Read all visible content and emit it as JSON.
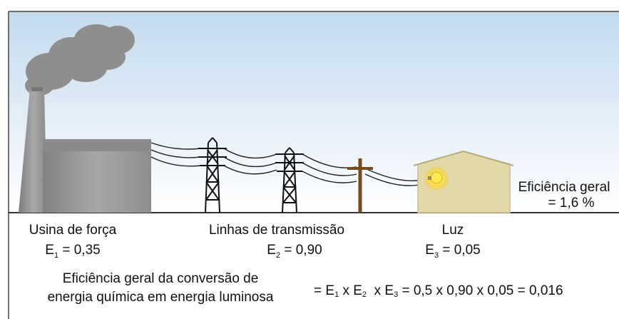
{
  "labels": {
    "plant": {
      "name": "Usina de força",
      "symbol": "E",
      "sub": "1",
      "value": "= 0,35"
    },
    "lines": {
      "name": "Linhas de transmissão",
      "symbol": "E",
      "sub": "2",
      "value": "= 0,90"
    },
    "light": {
      "name": "Luz",
      "symbol": "E",
      "sub": "3",
      "value": "= 0,05"
    },
    "overall_line1": "Eficiência geral",
    "overall_line2": "= 1,6 %"
  },
  "formula": {
    "caption_line1": "Eficiência geral da conversão de",
    "caption_line2": "energia química em energia luminosa",
    "eq_prefix": "= E",
    "s1": "1",
    "x1": " x E",
    "s2": "2",
    "x2": "  x E",
    "s3": "3",
    "result": " = 0,5 x 0,90 x 0,05 = 0,016"
  },
  "colors": {
    "sky_top": "#c8def0",
    "sky_bottom": "#ffffff",
    "building": "#9a9a9a",
    "smoke": "#8f8f8f",
    "pole": "#7a4a1f",
    "house": "#e6dcae",
    "bulb": "#ffe14a"
  }
}
